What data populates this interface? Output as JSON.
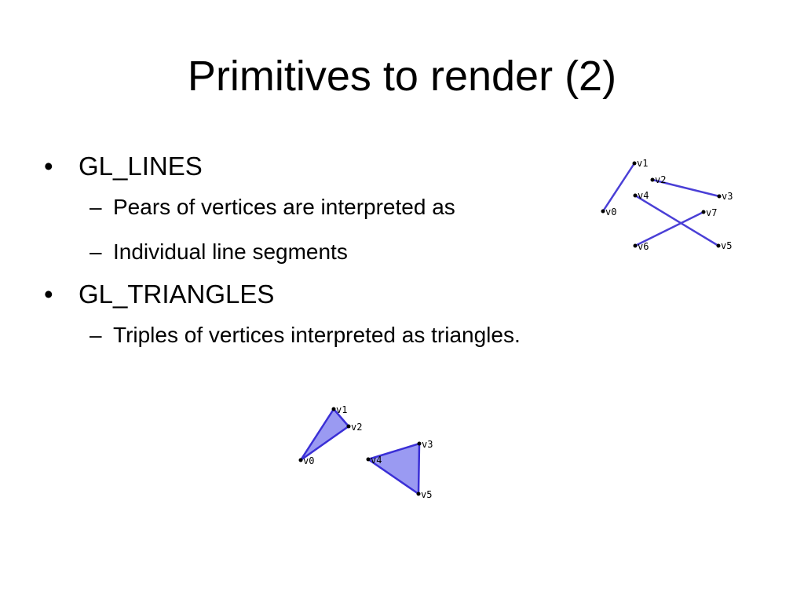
{
  "slide": {
    "title": "Primitives to render (2)",
    "bullet_symbol": "•",
    "dash_symbol": "–",
    "bullets": [
      {
        "text": "GL_LINES",
        "sub": [
          "Pears of vertices are interpreted as",
          "Individual line segments"
        ]
      },
      {
        "text": "GL_TRIANGLES",
        "sub": [
          "Triples of vertices interpreted as triangles."
        ]
      }
    ]
  },
  "lines_diagram": {
    "vertex_labels": [
      "v0",
      "v1",
      "v2",
      "v3",
      "v4",
      "v5",
      "v6",
      "v7"
    ],
    "line_color": "#4a3fd6",
    "vertex_color": "#000000"
  },
  "triangles_diagram": {
    "vertex_labels": [
      "v0",
      "v1",
      "v2",
      "v3",
      "v4",
      "v5"
    ],
    "fill_color": "#9a9af2",
    "edge_color": "#3a2fd6",
    "vertex_color": "#000000"
  }
}
